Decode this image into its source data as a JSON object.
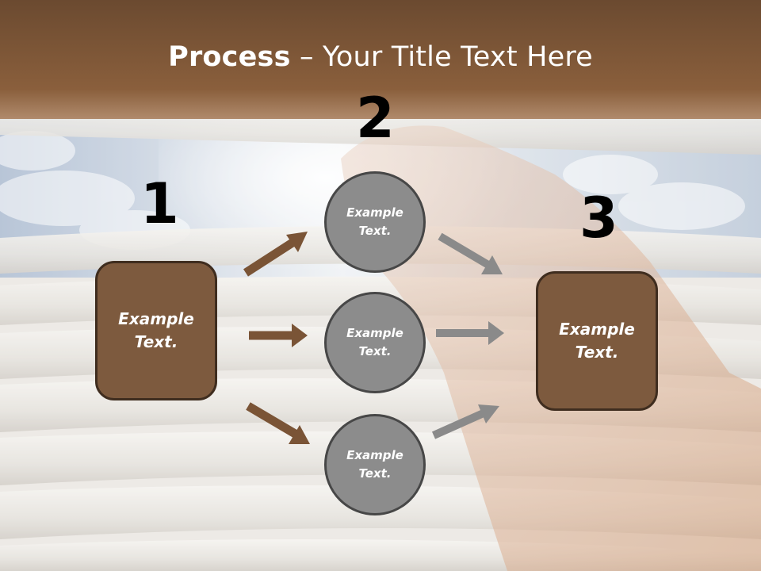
{
  "title": {
    "bold": "Process",
    "rest": " – Your Title Text Here"
  },
  "steps": {
    "one": {
      "number": "1",
      "label": "Example\nText."
    },
    "two": {
      "number": "2"
    },
    "three": {
      "number": "3",
      "label": "Example\nText."
    }
  },
  "circles": [
    {
      "label": "Example\nText."
    },
    {
      "label": "Example\nText."
    },
    {
      "label": "Example\nText."
    }
  ],
  "colors": {
    "box": "#7d5a3e",
    "box_border": "#3f2d1f",
    "circle": "#8c8c8c",
    "brown_arrow": "#7a5436",
    "gray_arrow": "#8a8a8a",
    "header": "#7a5235"
  }
}
